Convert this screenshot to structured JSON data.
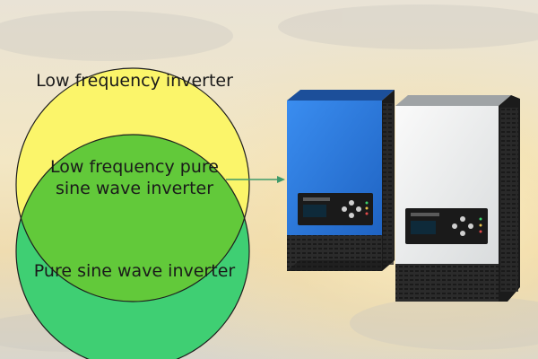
{
  "venn": {
    "top_label": "Low frequency inverter",
    "overlap_line1": "Low frequency pure",
    "overlap_line2": "sine wave inverter",
    "bottom_label": "Pure sine wave inverter"
  },
  "colors": {
    "top_circle": "#fbf56a",
    "bottom_circle": "#3fcf73",
    "overlap": "#62c93a",
    "arrow": "#3f9a6a",
    "inverter_blue": "#2f7fe2",
    "inverter_white": "#eef0f0",
    "inverter_body": "#2a2a2a"
  },
  "icons": {
    "arrow": "arrow-right-icon",
    "product_1": "blue-inverter-icon",
    "product_2": "white-inverter-icon"
  }
}
